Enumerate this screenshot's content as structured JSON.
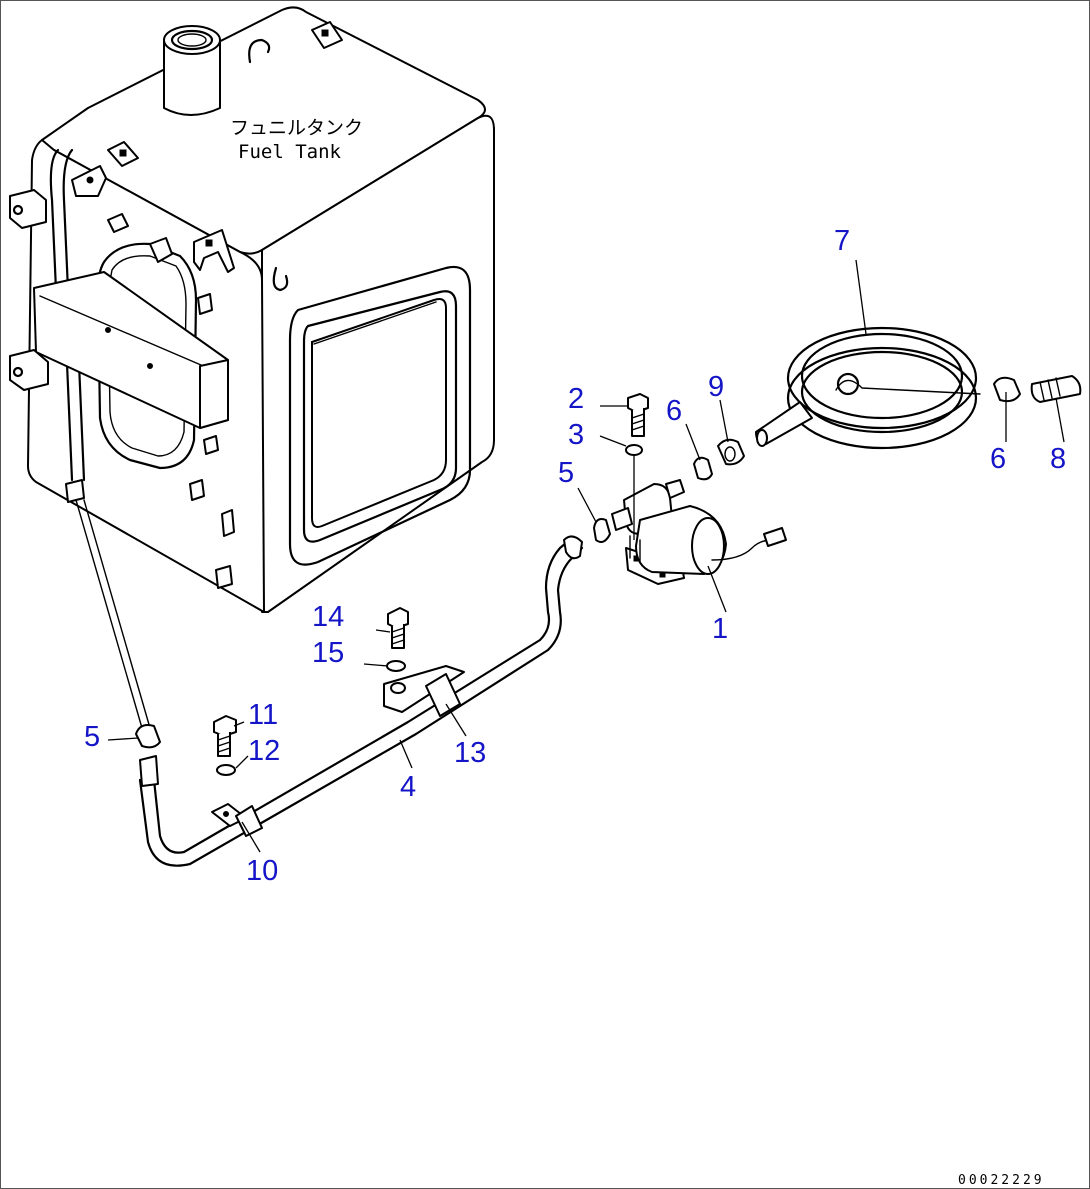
{
  "tank_label": {
    "japanese": "フュニルタンク",
    "english": "Fuel Tank"
  },
  "callouts": {
    "c1": "1",
    "c2": "2",
    "c3": "3",
    "c4": "4",
    "c5a": "5",
    "c5b": "5",
    "c6a": "6",
    "c6b": "6",
    "c7": "7",
    "c8": "8",
    "c9": "9",
    "c10": "10",
    "c11": "11",
    "c12": "12",
    "c13": "13",
    "c14": "14",
    "c15": "15"
  },
  "drawing_number": "00022229",
  "colors": {
    "callout": "#1515c8",
    "line": "#000000",
    "background": "#ffffff"
  }
}
